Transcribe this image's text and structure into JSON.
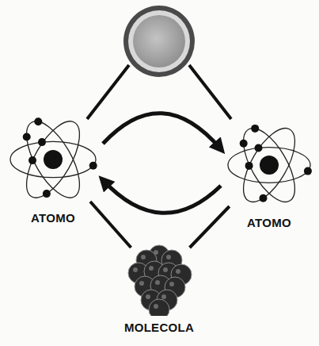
{
  "diagram": {
    "nodes": [
      {
        "text": [
          "ATOMO"
        ]
      },
      {
        "text": [
          "ATOMO"
        ]
      },
      {
        "text": [
          "MOLECOLA"
        ]
      }
    ],
    "edges": [
      {
        "from": 0,
        "to": 2,
        "arrow": "none"
      },
      {
        "from": 1,
        "to": 2,
        "arrow": "none"
      },
      {
        "from": 0,
        "to": 1,
        "arrow": "to"
      },
      {
        "from": 1,
        "to": 0,
        "arrow": "to"
      }
    ]
  }
}
